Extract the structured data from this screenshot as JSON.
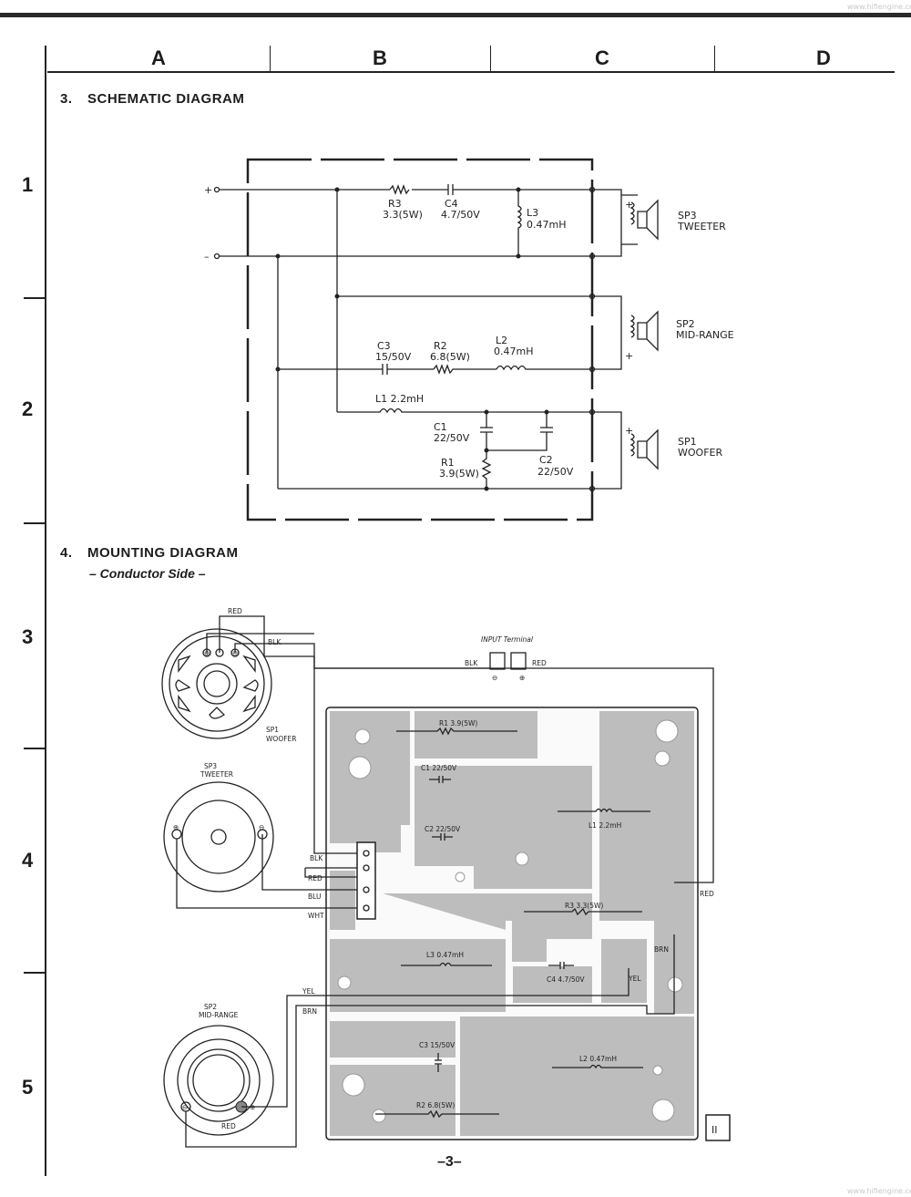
{
  "columns": [
    "A",
    "B",
    "C",
    "D"
  ],
  "rows": [
    "1",
    "2",
    "3",
    "4",
    "5"
  ],
  "section3": {
    "number": "3.",
    "title": "SCHEMATIC DIAGRAM"
  },
  "section4": {
    "number": "4.",
    "title": "MOUNTING DIAGRAM",
    "subtitle": "– Conductor Side –"
  },
  "page_number": "–3–",
  "watermark": "www.hifiengine.com",
  "schematic": {
    "plus": "+",
    "minus": "–",
    "r3": [
      "R3",
      "3.3(5W)"
    ],
    "c4": [
      "C4",
      "4.7/50V"
    ],
    "l3": [
      "L3",
      "0.47mH"
    ],
    "sp3": [
      "SP3",
      "TWEETER"
    ],
    "sp2": [
      "SP2",
      "MID-RANGE"
    ],
    "sp1": [
      "SP1",
      "WOOFER"
    ],
    "c3": [
      "C3",
      "15/50V"
    ],
    "r2": [
      "R2",
      "6.8(5W)"
    ],
    "l2": [
      "L2",
      "0.47mH"
    ],
    "l1": "L1  2.2mH",
    "c1": [
      "C1",
      "22/50V"
    ],
    "r1": [
      "R1",
      "3.9(5W)"
    ],
    "c2": [
      "C2",
      "22/50V"
    ]
  },
  "mounting": {
    "woofer": [
      "SP1",
      "WOOFER"
    ],
    "tweeter": [
      "SP3",
      "TWEETER"
    ],
    "midrange": [
      "SP2",
      "MID-RANGE"
    ],
    "input_terminal": "INPUT Terminal",
    "wires": {
      "red": "RED",
      "blk": "BLK",
      "blu": "BLU",
      "wht": "WHT",
      "yel": "YEL",
      "brn": "BRN"
    },
    "pcb_parts": {
      "r1": "R1  3.9(5W)",
      "c1": "C1  22/50V",
      "c2": "C2  22/50V",
      "l1": "L1  2.2mH",
      "r3": "R3  3.3(5W)",
      "l3": "L3  0.47mH",
      "c4": "C4  4.7/50V",
      "c3": "C3  15/50V",
      "l2": "L2  0.47mH",
      "r2": "R2  6.8(5W)"
    },
    "board_mark": "II"
  }
}
